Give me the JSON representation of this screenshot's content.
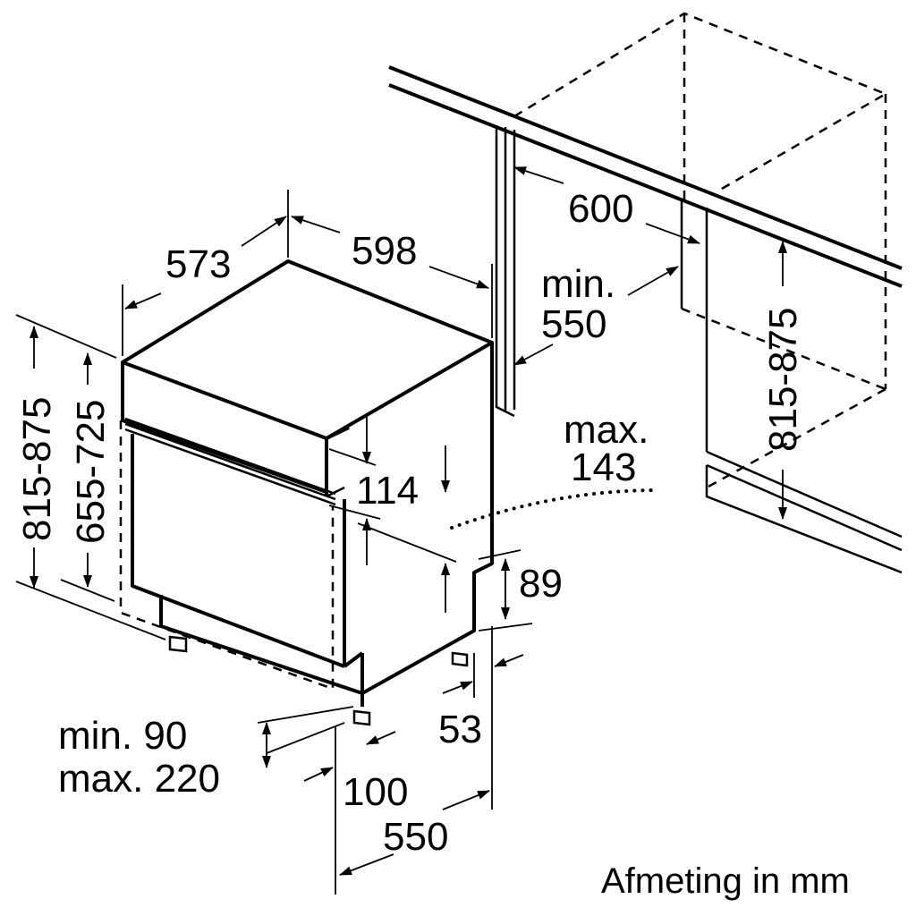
{
  "dimensions": {
    "top_depth": "573",
    "top_width": "598",
    "niche_width": "600",
    "niche_depth_line1": "min.",
    "niche_depth_line2": "550",
    "niche_height": "815-875",
    "total_height": "815-875",
    "body_height": "655-725",
    "panel_height": "114",
    "hose_line1": "max.",
    "hose_line2": "143",
    "plinth_height": "89",
    "plinth_depth": "53",
    "foot_line1": "min. 90",
    "foot_line2": "max. 220",
    "foot_offset": "100",
    "bottom_depth": "550"
  },
  "caption": "Afmeting in mm"
}
